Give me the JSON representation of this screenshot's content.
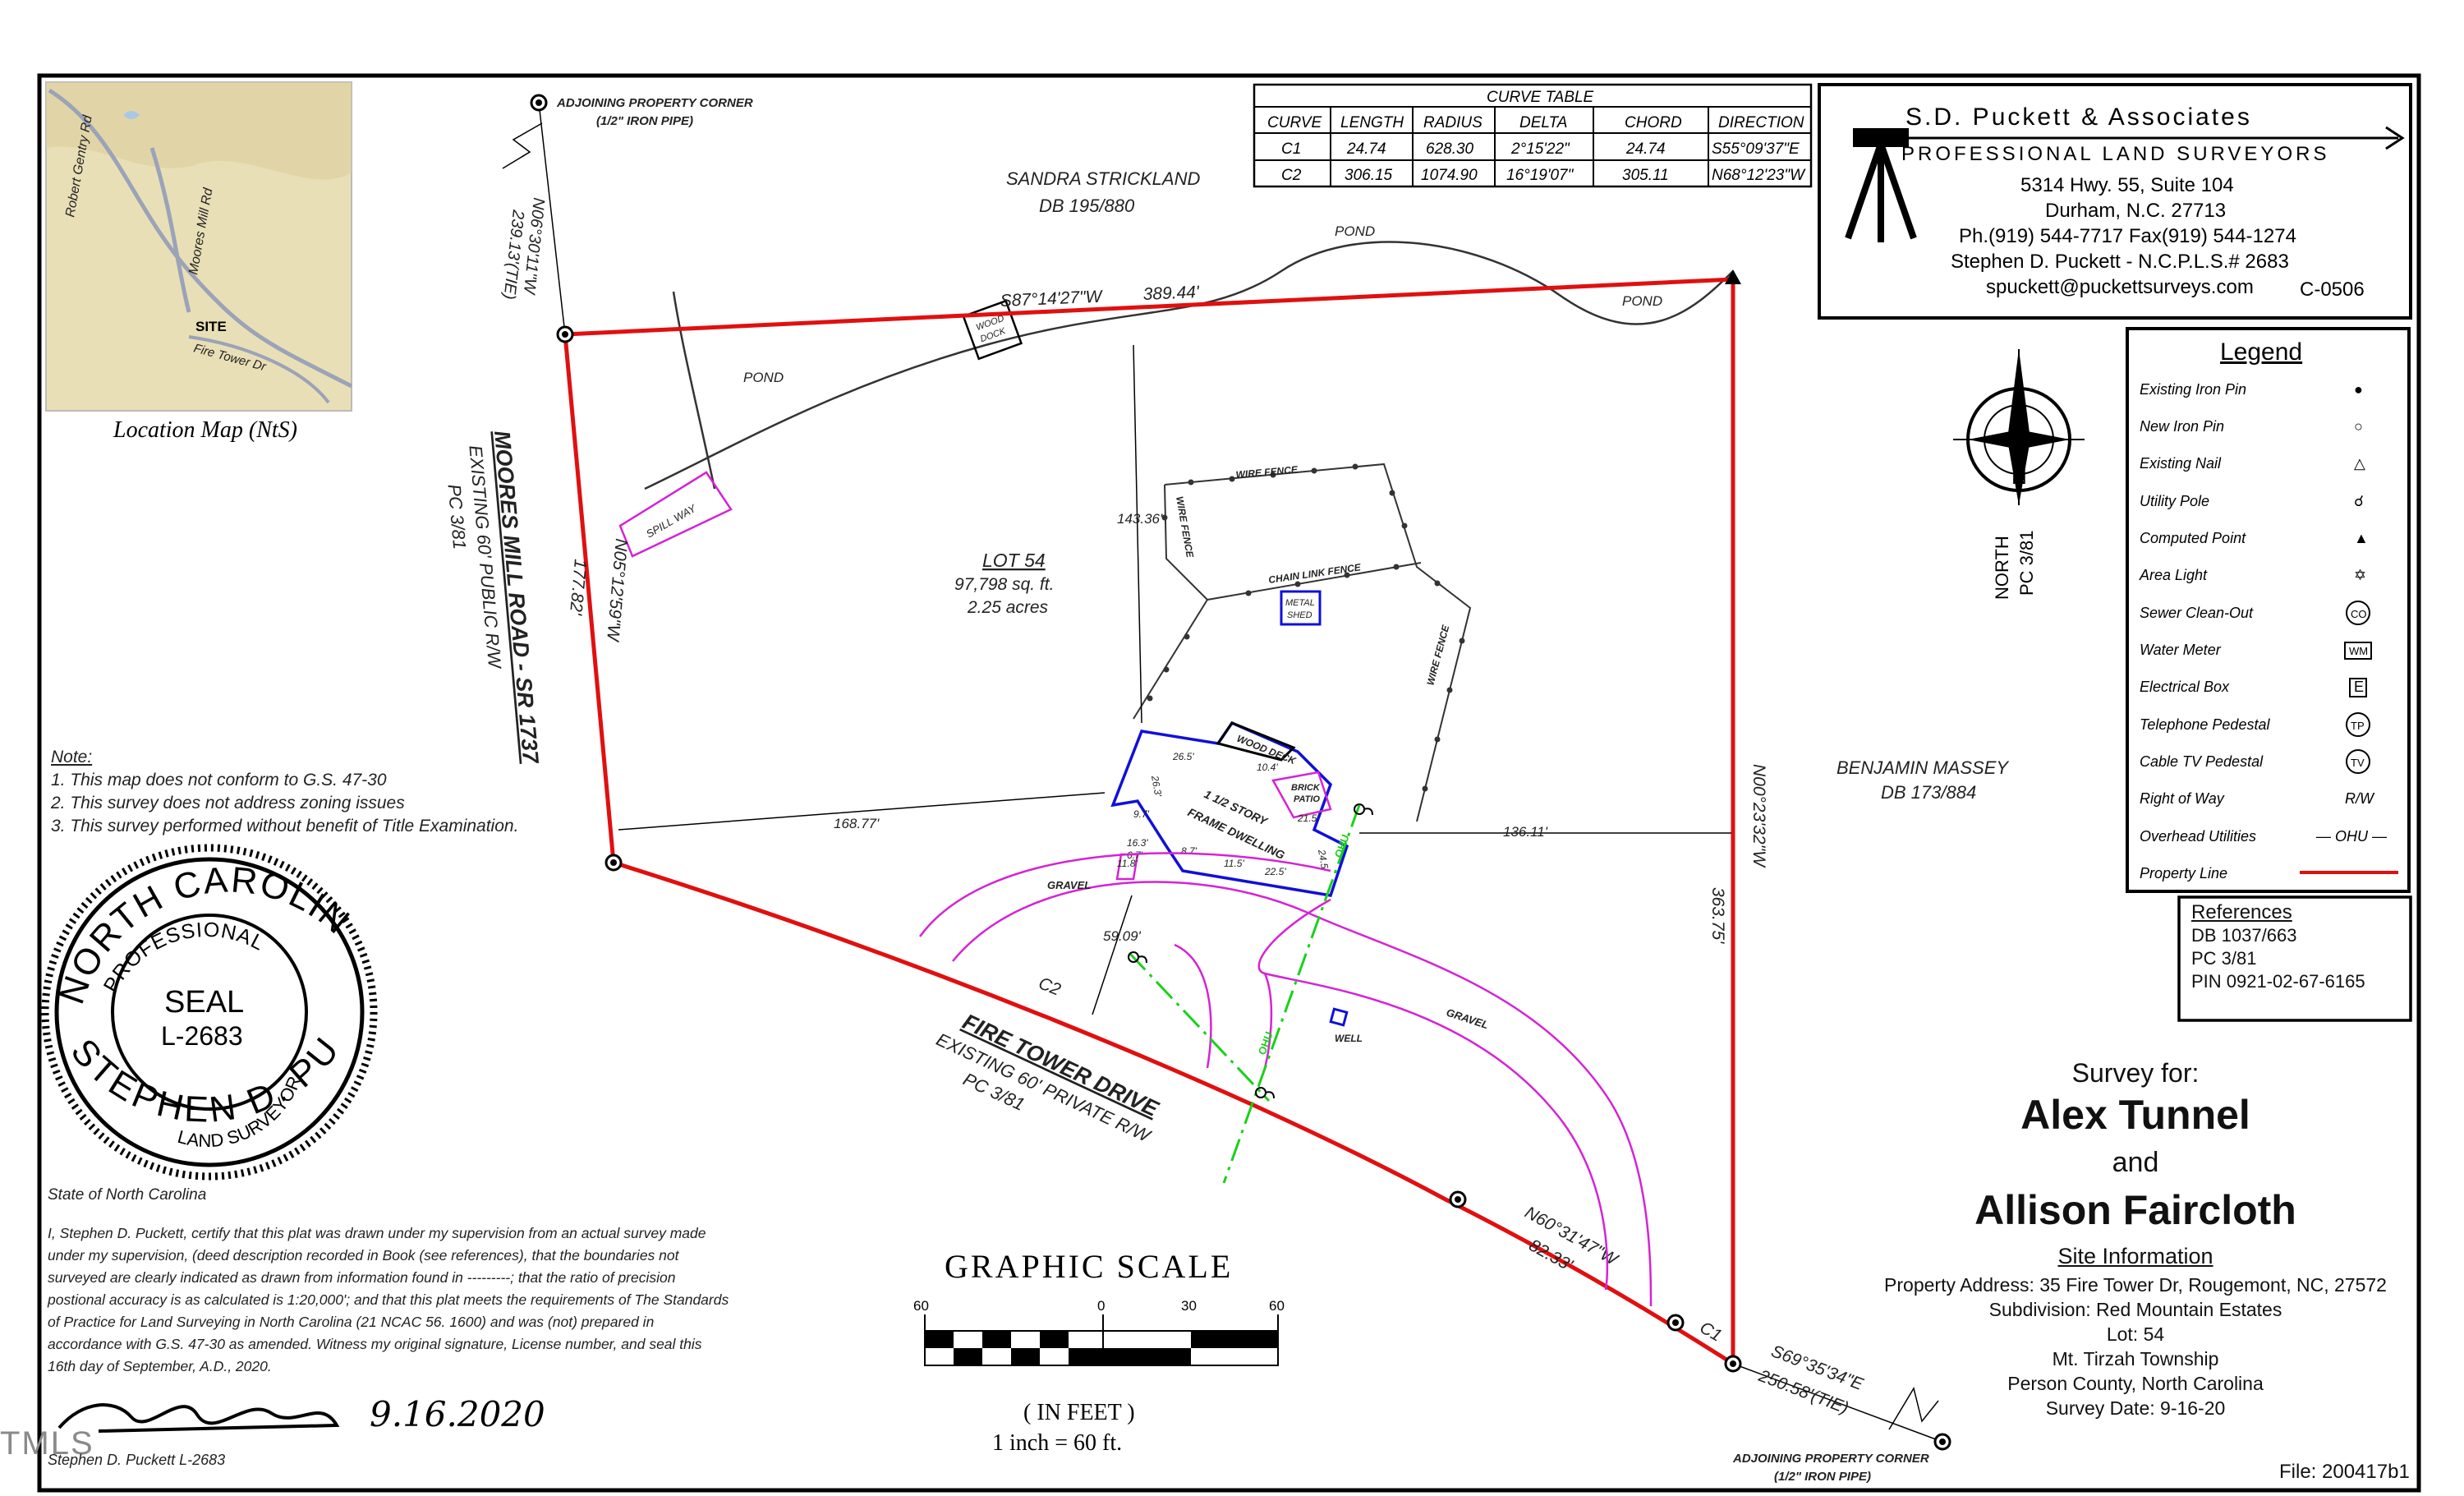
{
  "watermark": "TMLS",
  "location_map": {
    "caption": "Location Map (NtS)",
    "roads": [
      "Robert Gentry Rd",
      "Moores Mill Rd",
      "Fire Tower Dr"
    ],
    "site_label": "SITE"
  },
  "adjoining_corner_top": [
    "ADJOINING PROPERTY CORNER",
    "(1/2\" IRON PIPE)"
  ],
  "adjoining_corner_bottom": [
    "ADJOINING PROPERTY CORNER",
    "(1/2\" IRON PIPE)"
  ],
  "curve_table": {
    "title": "CURVE TABLE",
    "headers": [
      "CURVE",
      "LENGTH",
      "RADIUS",
      "DELTA",
      "CHORD",
      "DIRECTION"
    ],
    "rows": [
      [
        "C1",
        "24.74",
        "628.30",
        "2°15'22\"",
        "24.74",
        "S55°09'37\"E"
      ],
      [
        "C2",
        "306.15",
        "1074.90",
        "16°19'07\"",
        "305.11",
        "N68°12'23\"W"
      ]
    ]
  },
  "company": {
    "name": "S.D. Puckett & Associates",
    "tagline": "PROFESSIONAL LAND SURVEYORS",
    "address1": "5314 Hwy. 55, Suite 104",
    "address2": "Durham, N.C. 27713",
    "phone": "Ph.(919) 544-7717  Fax(919) 544-1274",
    "license": "Stephen D. Puckett - N.C.P.L.S.# 2683",
    "email": "spuckett@puckettsurveys.com",
    "code": "C-0506"
  },
  "legend": {
    "title": "Legend",
    "items": [
      {
        "label": "Existing Iron Pin",
        "symbol": "●"
      },
      {
        "label": "New Iron Pin",
        "symbol": "○"
      },
      {
        "label": "Existing Nail",
        "symbol": "△"
      },
      {
        "label": "Utility Pole",
        "symbol": "☌"
      },
      {
        "label": "Computed Point",
        "symbol": "▲"
      },
      {
        "label": "Area Light",
        "symbol": "✡"
      },
      {
        "label": "Sewer Clean-Out",
        "symbol": "CO"
      },
      {
        "label": "Water Meter",
        "symbol": "WM"
      },
      {
        "label": "Electrical Box",
        "symbol": "E"
      },
      {
        "label": "Telephone Pedestal",
        "symbol": "TP"
      },
      {
        "label": "Cable TV Pedestal",
        "symbol": "TV"
      },
      {
        "label": "Right of Way",
        "symbol": "R/W"
      },
      {
        "label": "Overhead Utilities",
        "symbol": "— OHU —"
      },
      {
        "label": "Property Line",
        "symbol": ""
      }
    ]
  },
  "north_arrow": {
    "letter": "N",
    "label": "NORTH",
    "ref": "PC 3/81"
  },
  "references": {
    "title": "References",
    "items": [
      "DB 1037/663",
      "PC 3/81",
      "PIN 0921-02-67-6165"
    ]
  },
  "survey": {
    "for_label": "Survey for:",
    "client1": "Alex Tunnel",
    "and": "and",
    "client2": "Allison Faircloth",
    "site_title": "Site Information",
    "address": "Property Address: 35 Fire Tower Dr, Rougemont, NC, 27572",
    "subdivision": "Subdivision: Red Mountain Estates",
    "lot": "Lot: 54",
    "township": "Mt. Tirzah Township",
    "county": "Person County, North Carolina",
    "date": "Survey Date: 9-16-20"
  },
  "file": "File: 200417b1",
  "notes": {
    "title": "Note:",
    "items": [
      "1. This map does not conform to G.S. 47-30",
      "2. This survey does not address zoning issues",
      "3. This survey performed without benefit of Title Examination."
    ]
  },
  "seal": {
    "top": "NORTH CAROLINA",
    "ring": "PROFESSIONAL",
    "center": "SEAL",
    "number": "L-2683",
    "ring2": "LAND SURVEYOR",
    "bottom": "STEPHEN D. PUCKETT"
  },
  "certification": {
    "state": "State of North Carolina",
    "text": "I, Stephen D. Puckett, certify that this plat was drawn under my supervision from an actual survey made under my supervision, (deed description recorded in Book (see references), that the boundaries not surveyed are clearly indicated as drawn from information found in ---------; that the ratio of precision postional accuracy is as calculated is 1:20,000'; and that this plat meets the requirements of The Standards of Practice for Land Surveying in North Carolina (21 NCAC 56. 1600) and was (not) prepared in accordance with G.S. 47-30 as amended. Witness my original signature, License number, and seal this 16th day of September, A.D., 2020.",
    "signer": "Stephen D. Puckett L-2683",
    "sig_date": "9.16.2020"
  },
  "graphic_scale": {
    "title": "GRAPHIC SCALE",
    "ticks": [
      "60",
      "0",
      "30",
      "60"
    ],
    "unit": "( IN FEET )",
    "ratio": "1 inch = 60  ft."
  },
  "plat": {
    "neighbors": [
      {
        "name": "SANDRA STRICKLAND",
        "deed": "DB 195/880"
      },
      {
        "name": "BENJAMIN MASSEY",
        "deed": "DB 173/884"
      }
    ],
    "road_west": [
      "MOORES MILL ROAD - SR 1737",
      "EXISTING 60' PUBLIC R/W",
      "PC 3/81"
    ],
    "road_south": [
      "FIRE TOWER DRIVE",
      "EXISTING 60' PRIVATE R/W",
      "PC 3/81"
    ],
    "lot": {
      "name": "LOT 54",
      "area_sqft": "97,798 sq. ft.",
      "area_acres": "2.25 acres"
    },
    "bearings": {
      "north": "S87°14'27\"W",
      "north_dist": "389.44'",
      "west_upper": "N06°30'11\"W",
      "west_upper_dist": "239.13'(TIE)",
      "west": "N05°12'59\"W",
      "west_dist": "177.82'",
      "east": "N00°23'32\"W",
      "east_dist": "363.75'",
      "south_east": "N60°31'47\"W",
      "south_east_dist": "82.33'",
      "tie_se": "S69°35'34\"E",
      "tie_se_dist": "250.58'(TIE)"
    },
    "labels": {
      "pond": "POND",
      "wood_dock": [
        "WOOD",
        "DOCK"
      ],
      "spill_way": "SPILL WAY",
      "wire_fence": "WIRE FENCE",
      "chain_link_fence": "CHAIN LINK FENCE",
      "metal_shed": [
        "METAL",
        "SHED"
      ],
      "dwelling": [
        "1 1/2 STORY",
        "FRAME DWELLING"
      ],
      "wood_deck": "WOOD DECK",
      "brick_patio": [
        "BRICK",
        "PATIO"
      ],
      "gravel": "GRAVEL",
      "well": "WELL",
      "ohu": "OHU",
      "c1": "C1",
      "c2": "C2"
    },
    "dims": [
      "143.36'",
      "168.77'",
      "136.11'",
      "59.09'"
    ],
    "house_dims": [
      "26.5'",
      "26.3'",
      "10.4'",
      "9.7'",
      "16.3'",
      "21.5'",
      "22.5'",
      "11.5'",
      "8.7'",
      "11.8'",
      "6.7'",
      "24.5'"
    ]
  }
}
